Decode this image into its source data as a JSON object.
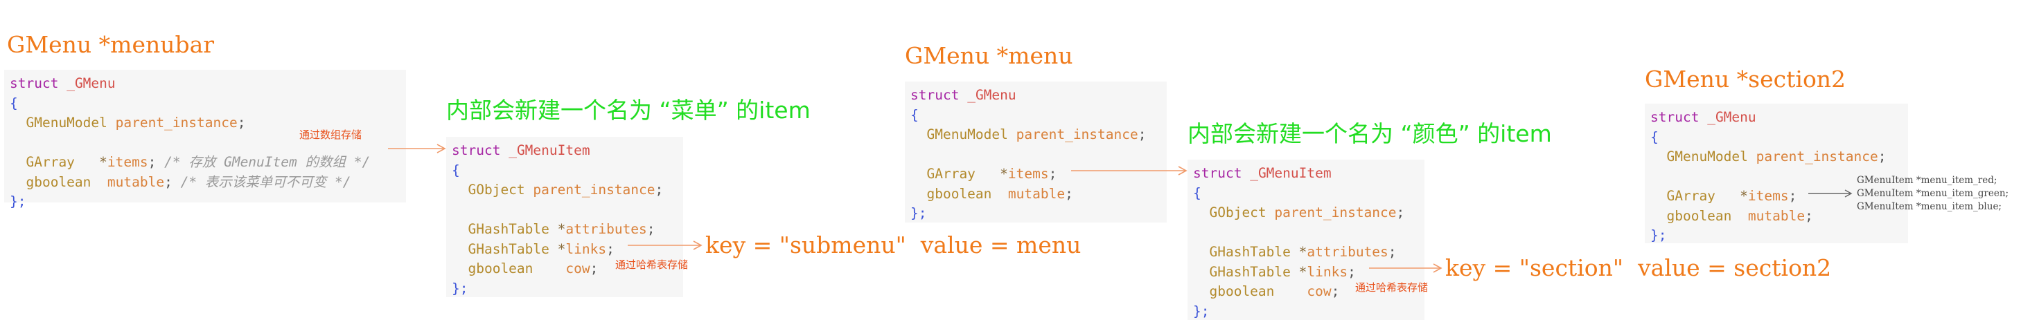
{
  "panel1": {
    "title": "GMenu  *menubar",
    "lines": [
      {
        "kw": "struct",
        "name": "_GMenu"
      },
      {
        "brace": "{"
      },
      {
        "type": "GMenuModel",
        "field": "parent_instance",
        "end": ";"
      },
      {
        "blank": ""
      },
      {
        "type": "GArray",
        "ptr": "*",
        "field": "items",
        "end": ";",
        "comment": "/* 存放 GMenuItem 的数组 */"
      },
      {
        "type": "gboolean",
        "field": "mutable",
        "end": ";",
        "comment": "/* 表示该菜单可不可变 */"
      },
      {
        "brace": "};"
      }
    ],
    "note": "通过数组存储"
  },
  "panel2": {
    "heading": "内部会新建一个名为 “菜单” 的item",
    "lines": [
      {
        "kw": "struct",
        "name": "_GMenuItem"
      },
      {
        "brace": "{"
      },
      {
        "type": "GObject",
        "field": "parent_instance",
        "end": ";"
      },
      {
        "blank": ""
      },
      {
        "type": "GHashTable",
        "ptr": "*",
        "field": "attributes",
        "end": ";"
      },
      {
        "type": "GHashTable",
        "ptr": "*",
        "field": "links",
        "end": ";"
      },
      {
        "type": "gboolean",
        "field": "cow",
        "end": ";"
      },
      {
        "brace": "};"
      }
    ],
    "note": "通过哈希表存储",
    "kv": "key = \"submenu\"  value = menu"
  },
  "panel3": {
    "title": "GMenu  *menu",
    "lines": [
      {
        "kw": "struct",
        "name": "_GMenu"
      },
      {
        "brace": "{"
      },
      {
        "type": "GMenuModel",
        "field": "parent_instance",
        "end": ";"
      },
      {
        "blank": ""
      },
      {
        "type": "GArray",
        "ptr": "*",
        "field": "items",
        "end": ";"
      },
      {
        "type": "gboolean",
        "field": "mutable",
        "end": ";"
      },
      {
        "brace": "};"
      }
    ]
  },
  "panel4": {
    "heading": "内部会新建一个名为 “颜色” 的item",
    "lines": [
      {
        "kw": "struct",
        "name": "_GMenuItem"
      },
      {
        "brace": "{"
      },
      {
        "type": "GObject",
        "field": "parent_instance",
        "end": ";"
      },
      {
        "blank": ""
      },
      {
        "type": "GHashTable",
        "ptr": "*",
        "field": "attributes",
        "end": ";"
      },
      {
        "type": "GHashTable",
        "ptr": "*",
        "field": "links",
        "end": ";"
      },
      {
        "type": "gboolean",
        "field": "cow",
        "end": ";"
      },
      {
        "brace": "};"
      }
    ],
    "note": "通过哈希表存储",
    "kv": "key = \"section\"  value = section2"
  },
  "panel5": {
    "title": "GMenu  *section2",
    "lines": [
      {
        "kw": "struct",
        "name": "_GMenu"
      },
      {
        "brace": "{"
      },
      {
        "type": "GMenuModel",
        "field": "parent_instance",
        "end": ";"
      },
      {
        "blank": ""
      },
      {
        "type": "GArray",
        "ptr": "*",
        "field": "items",
        "end": ";"
      },
      {
        "type": "gboolean",
        "field": "mutable",
        "end": ";"
      },
      {
        "brace": "};"
      }
    ],
    "items": [
      "GMenuItem *menu_item_red;",
      "GMenuItem *menu_item_green;",
      "GMenuItem *menu_item_blue;"
    ]
  },
  "colors": {
    "title": "#f07a1a",
    "heading": "#22dd22",
    "note": "#e8501a",
    "arrow": "#f09a6a",
    "code_bg": "#f6f6f6"
  }
}
